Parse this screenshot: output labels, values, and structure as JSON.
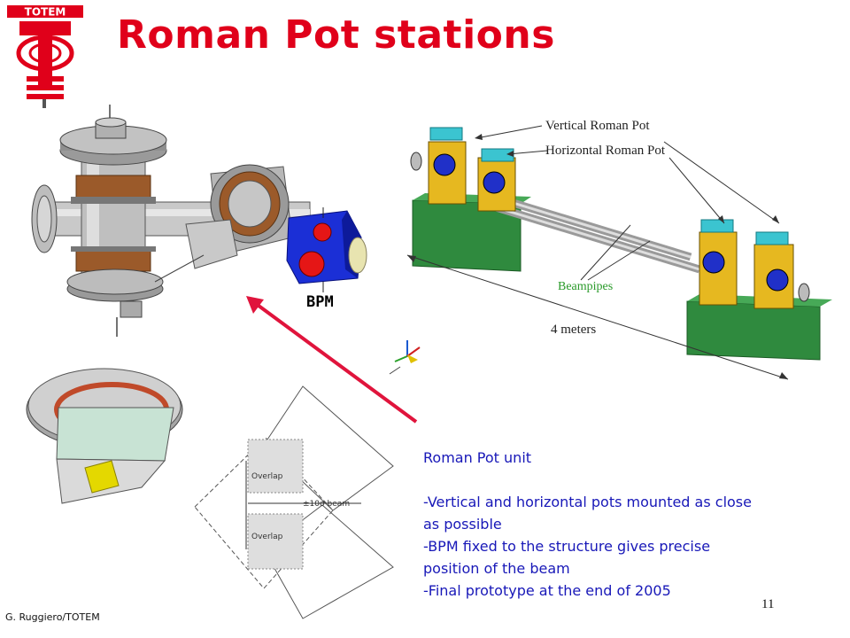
{
  "slide": {
    "title": "Roman Pot stations",
    "page_number": "11",
    "footer": "G. Ruggiero/TOTEM"
  },
  "logo": {
    "text": "TOTEM"
  },
  "figure_labels": {
    "bpm": "BPM",
    "vertical_roman_pot": "Vertical Roman Pot",
    "horizontal_roman_pot": "Horizontal Roman Pot",
    "beampipes": "Beampipes",
    "length": "4 meters",
    "overlap_top": "Overlap",
    "overlap_bottom": "Overlap",
    "beam": "±10σ  beam"
  },
  "description": {
    "heading": "Roman Pot unit",
    "lines": [
      "-Vertical and horizontal pots mounted as close",
      "as possible",
      "-BPM fixed to the structure gives precise",
      "position of the beam",
      "-Final prototype at the end of 2005"
    ]
  },
  "colors": {
    "title": "#e0001a",
    "description": "#1818b8",
    "arrow": "#e0143c",
    "beampipes_label": "#2a9a2a"
  }
}
